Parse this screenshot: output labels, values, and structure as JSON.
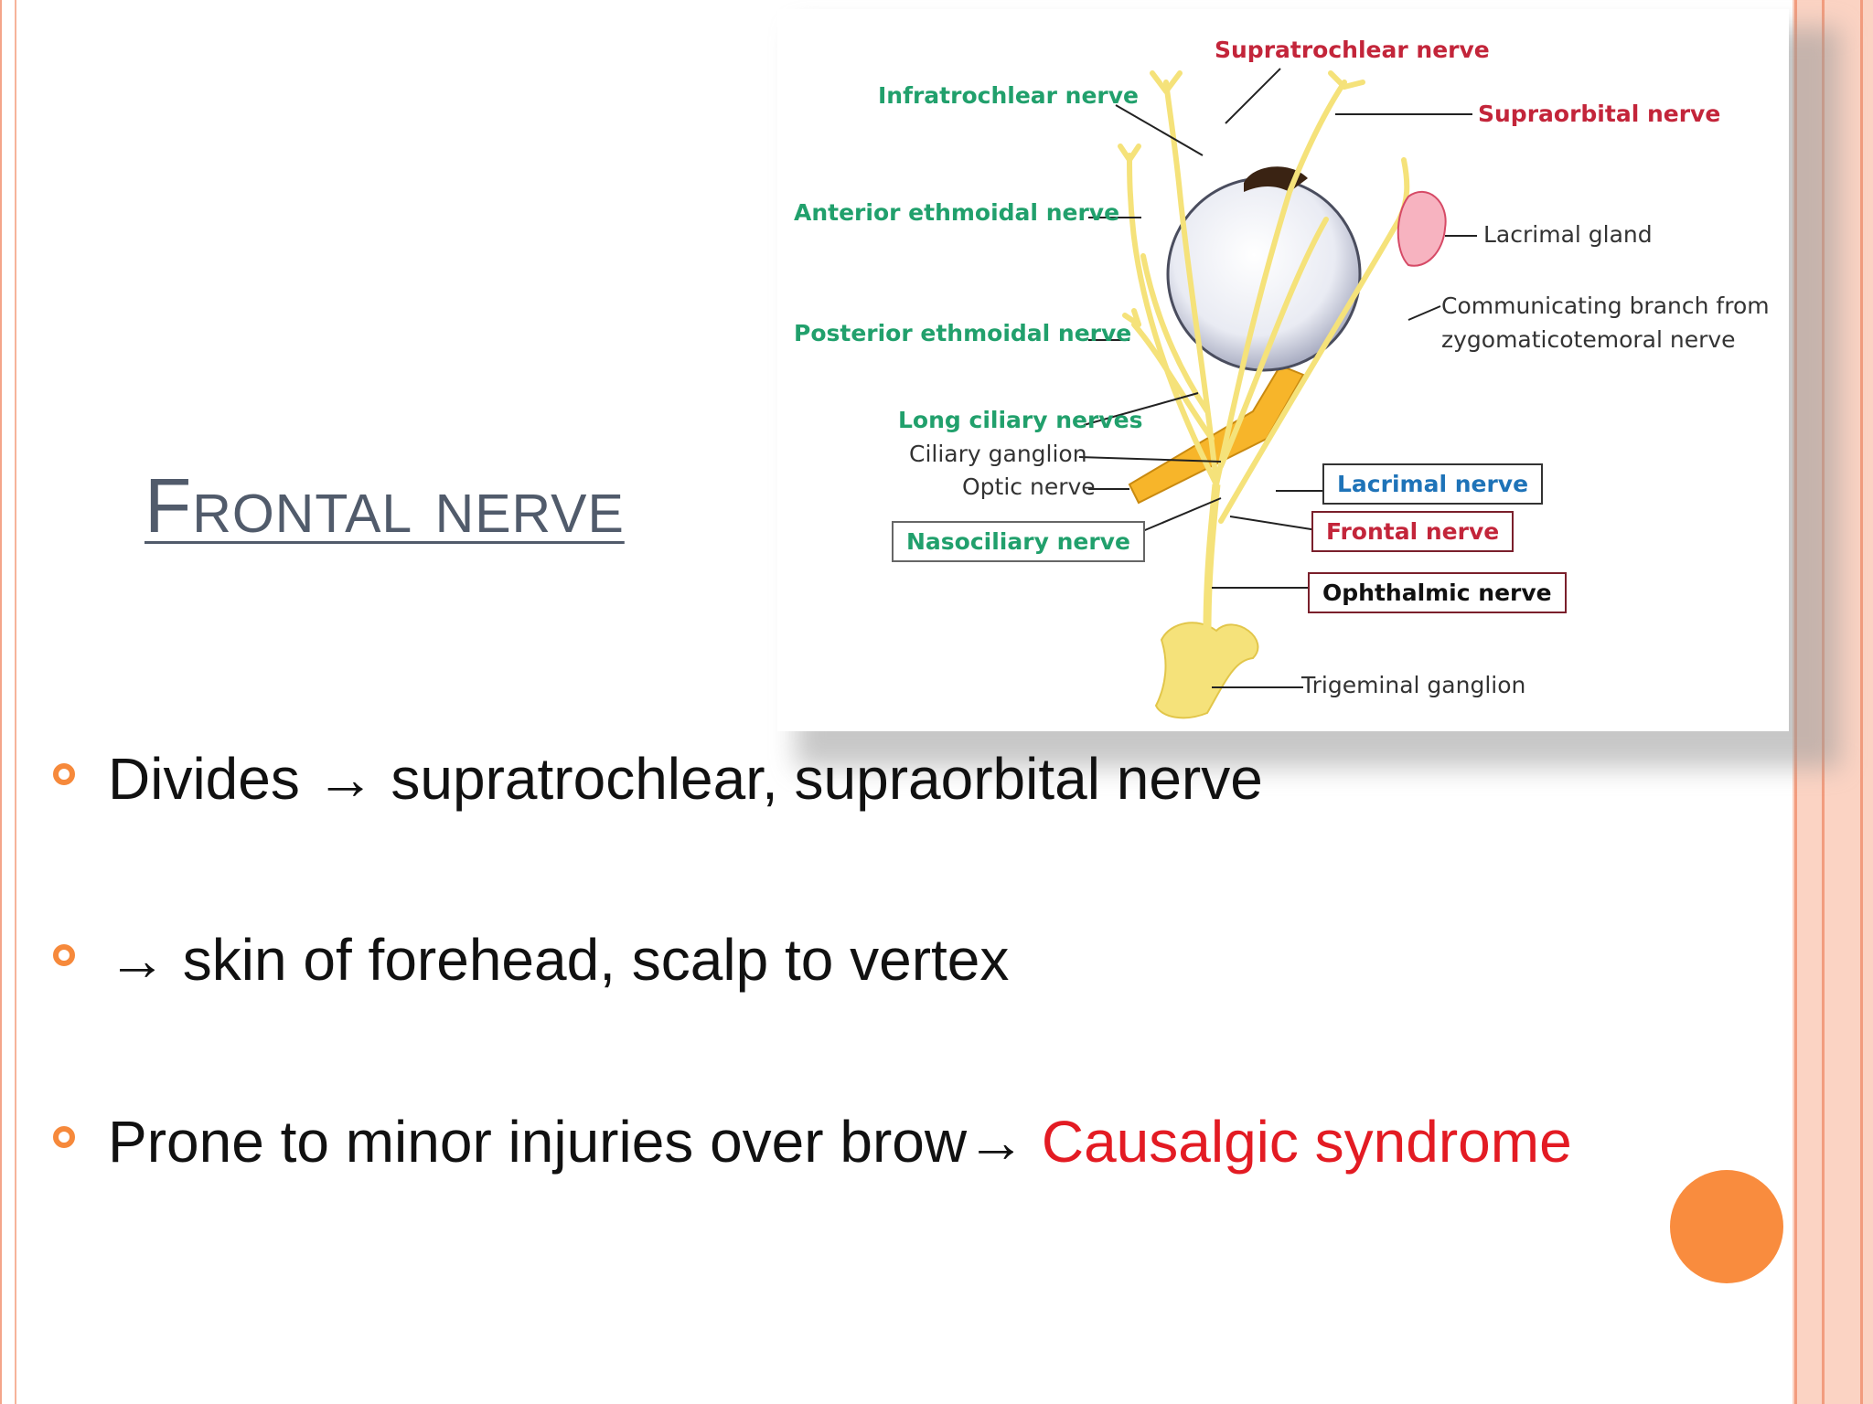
{
  "title": "Frontal nerve",
  "diagram": {
    "labels": {
      "supratrochlear": "Supratrochlear nerve",
      "infratrochlear": "Infratrochlear nerve",
      "supraorbital": "Supraorbital nerve",
      "anterior_ethmoidal": "Anterior ethmoidal nerve",
      "lacrimal_gland": "Lacrimal gland",
      "communicating_1": "Communicating branch from",
      "communicating_2": "zygomaticotemoral nerve",
      "posterior_ethmoidal": "Posterior ethmoidal nerve",
      "long_ciliary": "Long ciliary  nerves",
      "ciliary_ganglion": "Ciliary ganglion",
      "optic": "Optic nerve",
      "lacrimal_nerve": "Lacrimal nerve",
      "nasociliary": "Nasociliary nerve",
      "frontal": "Frontal nerve",
      "ophthalmic": "Ophthalmic nerve",
      "trigeminal": "Trigeminal ganglion"
    },
    "colors": {
      "nerve": "#f5e27a",
      "green_label": "#21a06c",
      "red_label": "#c3253a",
      "blue_label": "#1e73b8"
    }
  },
  "bullets": [
    {
      "text": "Divides → supratrochlear, supraorbital nerve",
      "highlight": ""
    },
    {
      "text": "→ skin of forehead, scalp to vertex",
      "highlight": ""
    },
    {
      "text": "Prone to minor injuries over brow→ ",
      "highlight": "Causalgic syndrome"
    }
  ],
  "colors": {
    "bullet": "#f6893b",
    "highlight": "#e31b23",
    "title": "#515b6b",
    "accent_dot": "#f98c3e"
  }
}
